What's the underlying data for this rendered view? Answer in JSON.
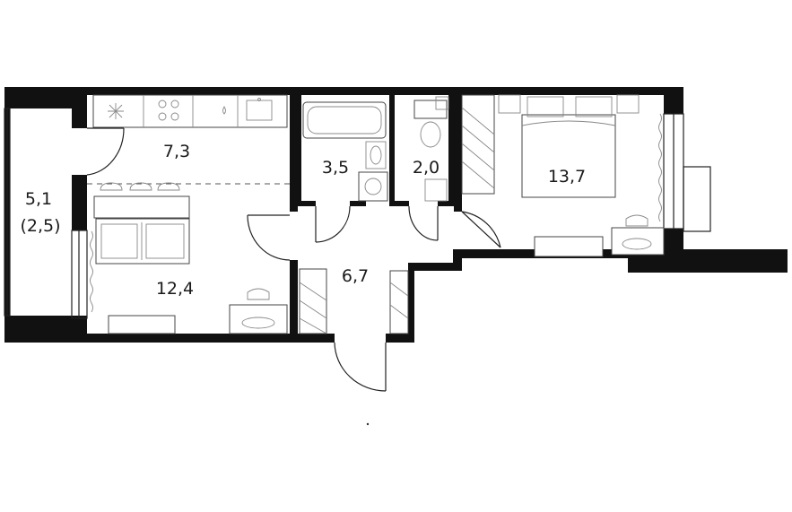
{
  "plan": {
    "rooms": [
      {
        "id": "balcony",
        "area": "5,1",
        "secondary": "(2,5)"
      },
      {
        "id": "kitchen",
        "area": "7,3"
      },
      {
        "id": "living-room",
        "area": "12,4"
      },
      {
        "id": "bathroom",
        "area": "3,5"
      },
      {
        "id": "toilet",
        "area": "2,0"
      },
      {
        "id": "hallway",
        "area": "6,7"
      },
      {
        "id": "bedroom",
        "area": "13,7"
      }
    ]
  },
  "colors": {
    "wall": "#111111",
    "line": "#222222",
    "background": "#ffffff"
  }
}
